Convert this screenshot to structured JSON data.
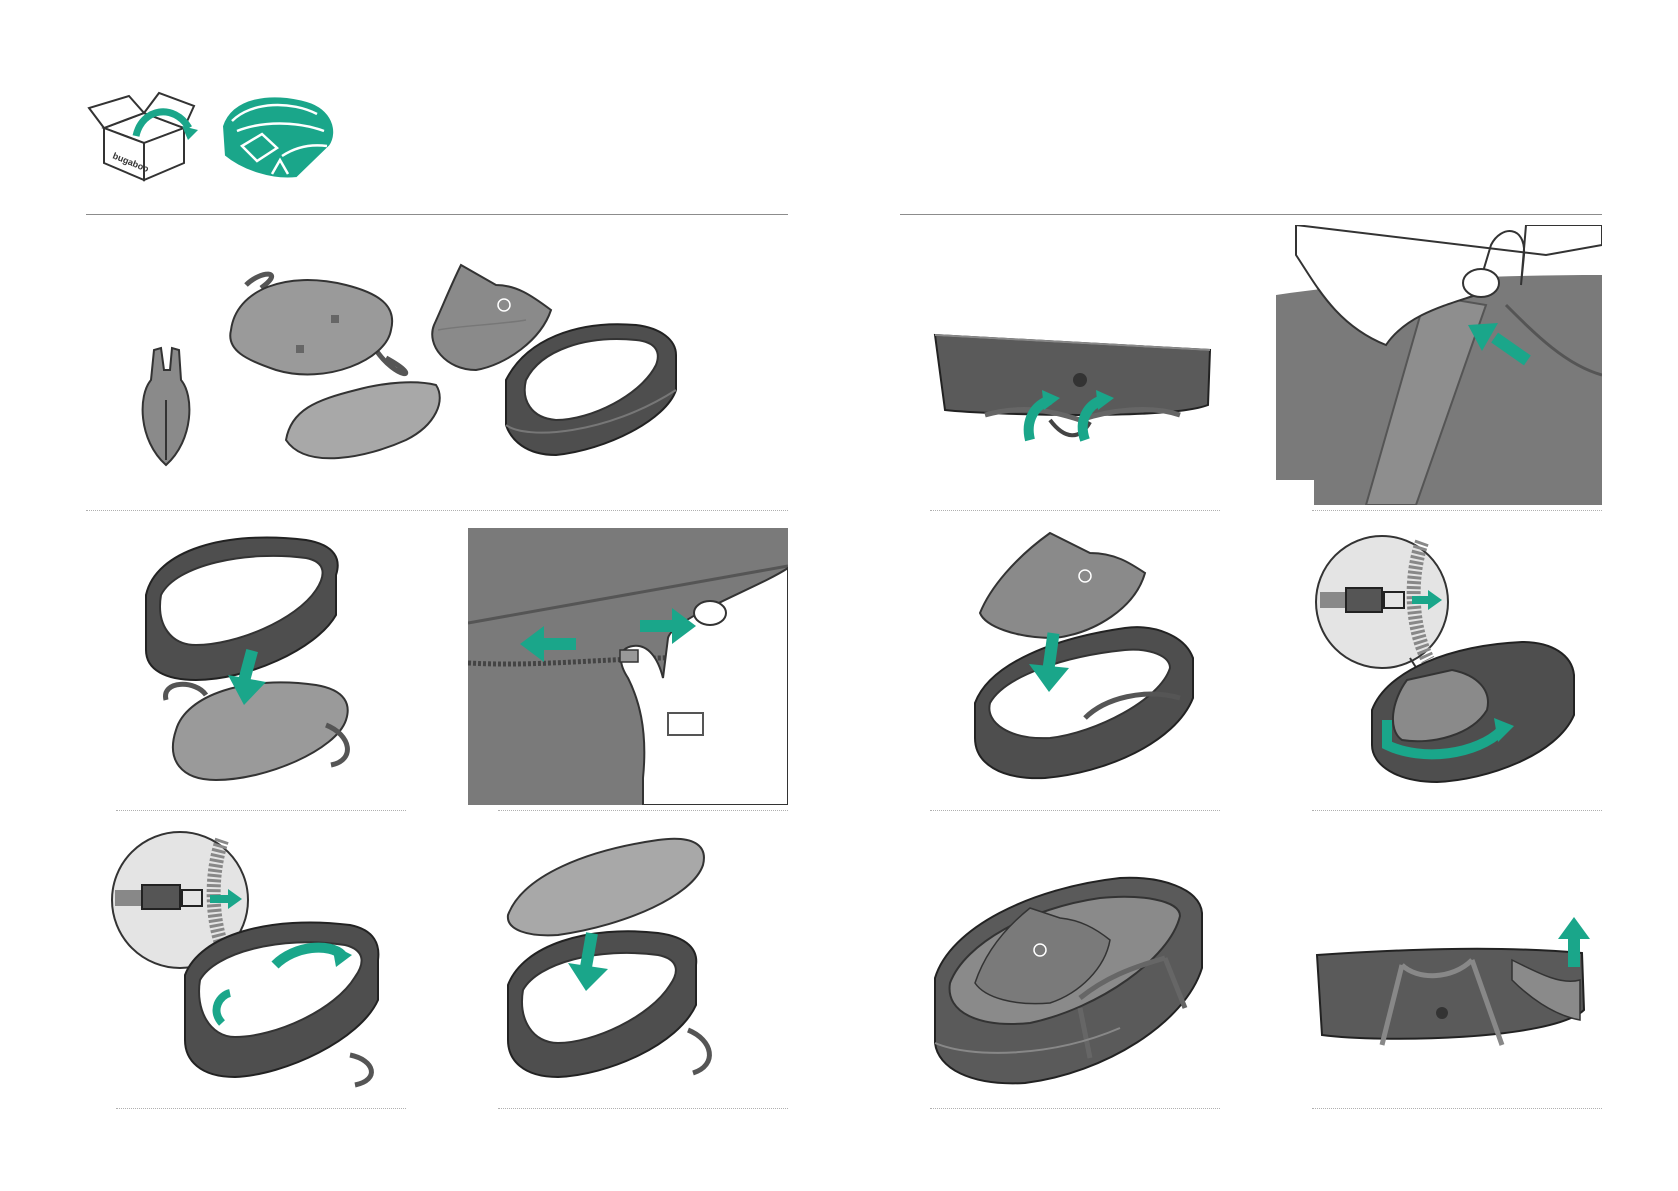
{
  "header": {
    "box_icon": "box-unpack-icon",
    "bassinet_icon": "bassinet-product-icon",
    "box_brand_text": "bugaboo"
  },
  "colors": {
    "accent": "#1aa68a",
    "dark_fabric": "#5a5a5a",
    "mid_fabric": "#8a8a8a",
    "light_fabric": "#a8a8a8",
    "outline": "#333333",
    "rule": "#8c8c8c"
  },
  "steps": [
    {
      "id": "parts-overview",
      "icon": "parts-overview-illustration"
    },
    {
      "id": "attach-base-bottom",
      "icon": "base-bottom-straps-arrows"
    },
    {
      "id": "press-strap-button",
      "icon": "hand-press-strap-button"
    },
    {
      "id": "place-frame-on-base",
      "icon": "frame-down-arrow"
    },
    {
      "id": "unzip-fabric",
      "icon": "zipper-hand-arrows"
    },
    {
      "id": "place-apron",
      "icon": "apron-down-arrow"
    },
    {
      "id": "zip-apron",
      "icon": "zipper-magnifier-arrow"
    },
    {
      "id": "zip-frame",
      "icon": "zipper-magnifier-arrow"
    },
    {
      "id": "insert-mattress",
      "icon": "mattress-down-arrow"
    },
    {
      "id": "assembled-bassinet",
      "icon": "assembled-bassinet"
    },
    {
      "id": "lift-side",
      "icon": "side-view-up-arrow"
    }
  ]
}
